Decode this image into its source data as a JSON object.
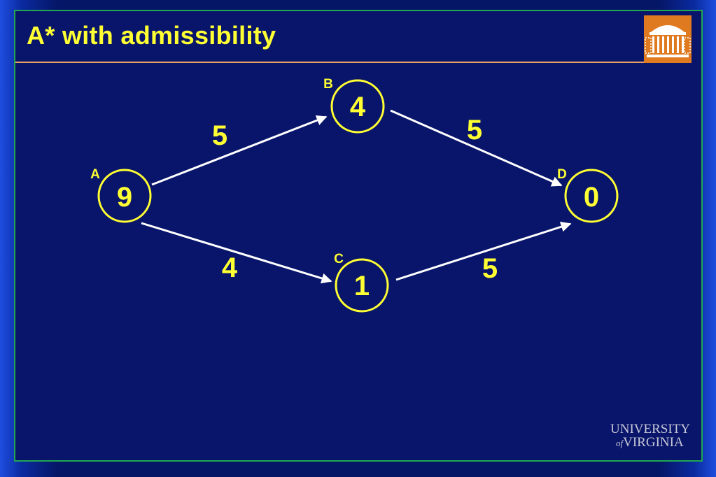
{
  "slide": {
    "title": "A* with admissibility",
    "accent_color": "#ffff33",
    "rule_color": "#e8a060",
    "frame_color": "#1fa850",
    "background_color": "#08156a"
  },
  "graph": {
    "nodes": [
      {
        "id": "A",
        "label": "A",
        "value": "9"
      },
      {
        "id": "B",
        "label": "B",
        "value": "4"
      },
      {
        "id": "C",
        "label": "C",
        "value": "1"
      },
      {
        "id": "D",
        "label": "D",
        "value": "0"
      }
    ],
    "edges": [
      {
        "from": "A",
        "to": "B",
        "weight": "5"
      },
      {
        "from": "B",
        "to": "D",
        "weight": "5"
      },
      {
        "from": "A",
        "to": "C",
        "weight": "4"
      },
      {
        "from": "C",
        "to": "D",
        "weight": "5"
      }
    ]
  },
  "branding": {
    "logo_icon": "rotunda-logo-icon",
    "wordmark_line1": "UNIVERSITY",
    "wordmark_of": "of",
    "wordmark_line2": "VIRGINIA"
  }
}
